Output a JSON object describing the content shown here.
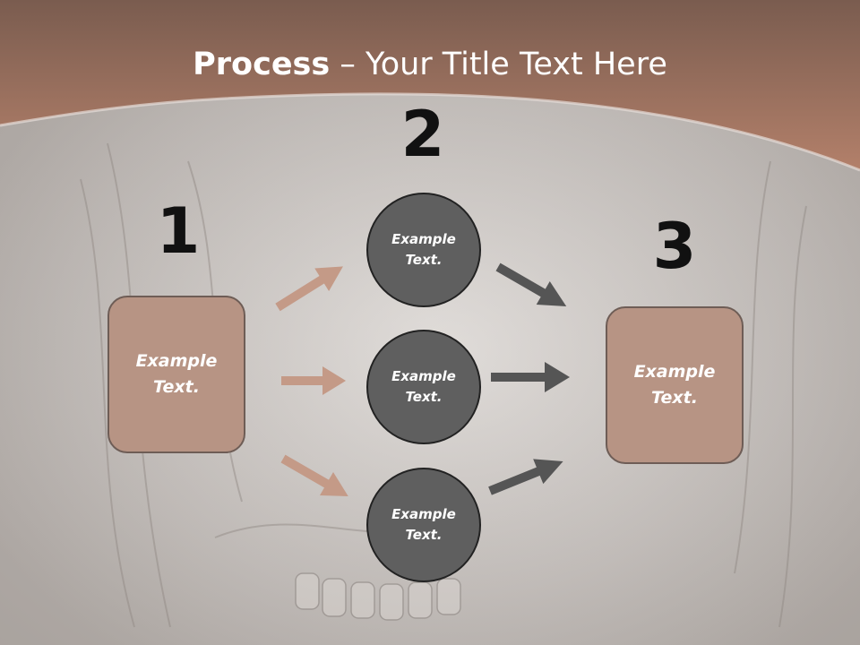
{
  "slide": {
    "title_bold": "Process",
    "title_rest": " – Your Title Text Here"
  },
  "steps": {
    "one": "1",
    "two": "2",
    "three": "3"
  },
  "nodes": {
    "left_box": "Example\nText.",
    "circle_top": "Example\nText.",
    "circle_middle": "Example\nText.",
    "circle_bottom": "Example\nText.",
    "right_box": "Example\nText."
  },
  "colors": {
    "banner": "#a87b66",
    "box_fill": "#b79484",
    "circle_fill": "#5f5f5f",
    "arrow_left": "#c49a87",
    "arrow_right": "#555555"
  }
}
